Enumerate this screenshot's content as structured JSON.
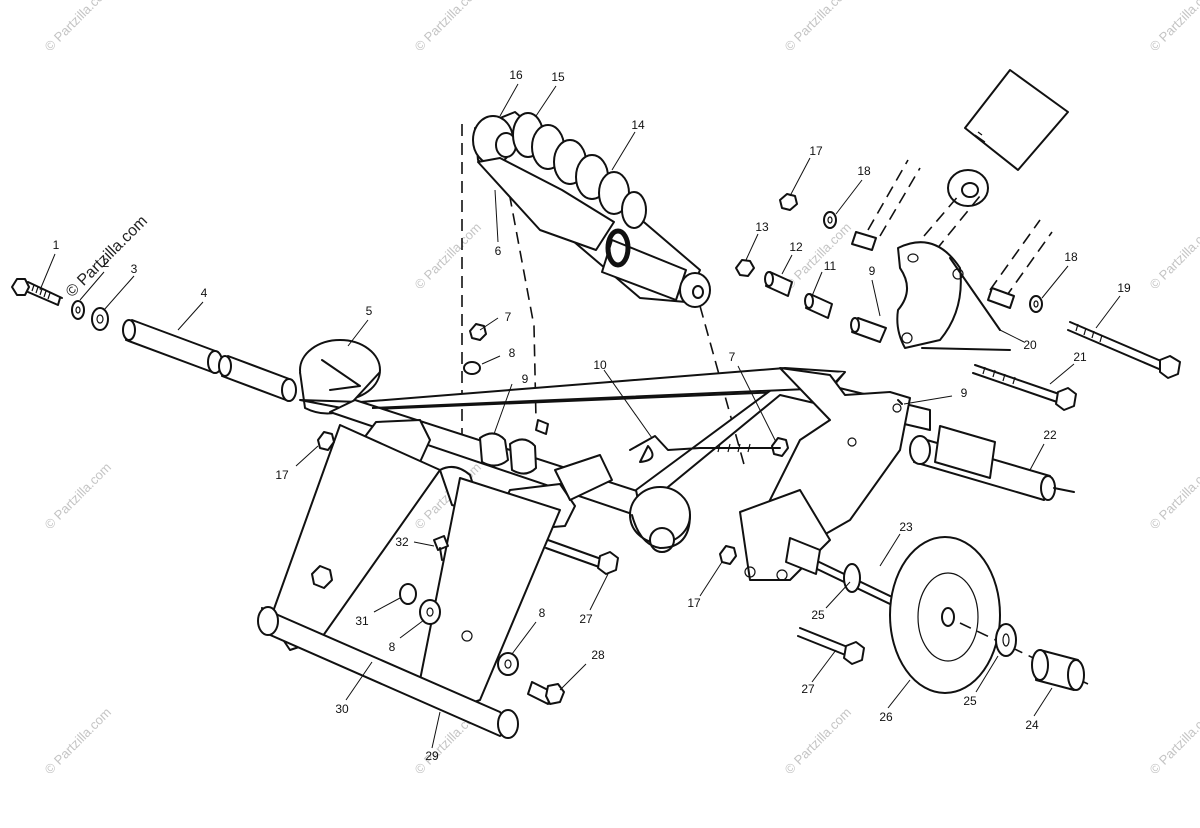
{
  "watermark": {
    "text": "© Partzilla.com",
    "color": "#c4c4c4"
  },
  "callouts": {
    "c1": "1",
    "c2": "2",
    "c3": "3",
    "c4": "4",
    "c5": "5",
    "c6": "6",
    "c7a": "7",
    "c7b": "7",
    "c8a": "8",
    "c8b": "8",
    "c8c": "8",
    "c9a": "9",
    "c9b": "9",
    "c9c": "9",
    "c10": "10",
    "c11": "11",
    "c12": "12",
    "c13": "13",
    "c14": "14",
    "c15": "15",
    "c16": "16",
    "c17a": "17",
    "c17b": "17",
    "c17c": "17",
    "c18a": "18",
    "c18b": "18",
    "c19": "19",
    "c20": "20",
    "c21": "21",
    "c22": "22",
    "c23": "23",
    "c24": "24",
    "c25a": "25",
    "c25b": "25",
    "c26": "26",
    "c27a": "27",
    "c27b": "27",
    "c28": "28",
    "c29": "29",
    "c30": "30",
    "c31": "31",
    "c32": "32"
  }
}
